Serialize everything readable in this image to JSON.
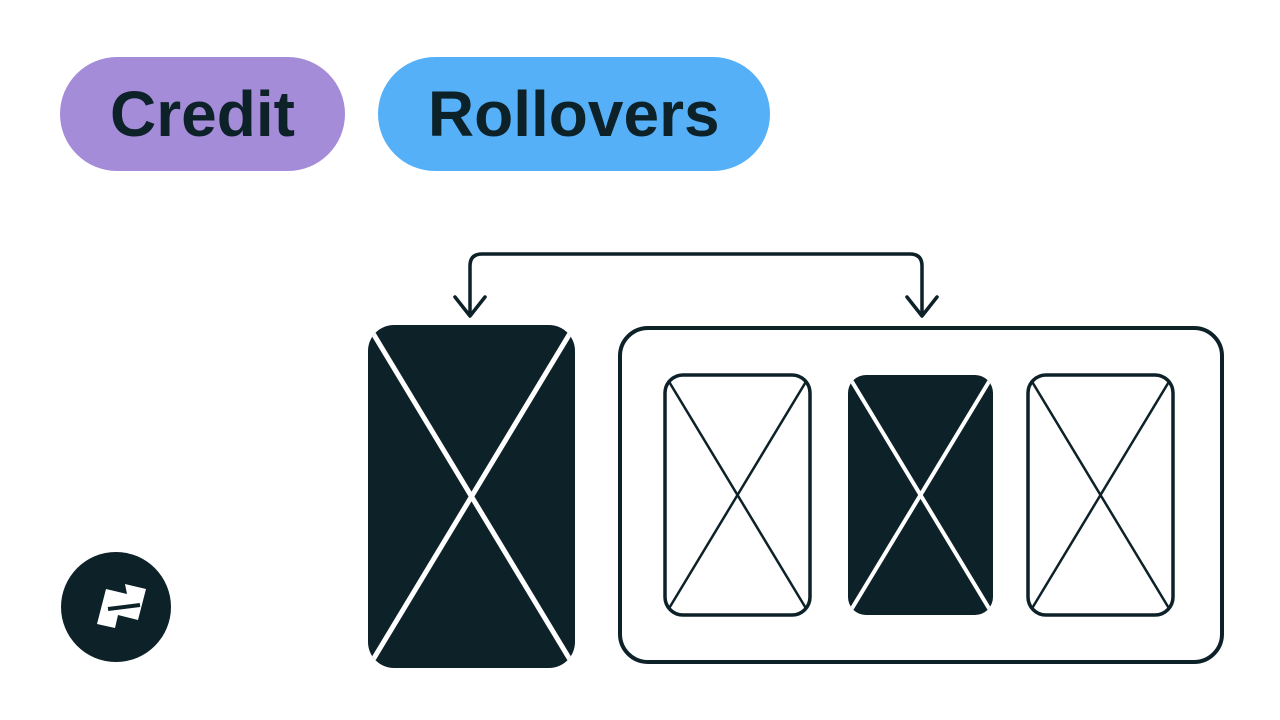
{
  "title_badges": [
    {
      "label": "Credit"
    },
    {
      "label": "Rollovers"
    }
  ],
  "colors": {
    "badge_credit": "#a58cd9",
    "badge_rollovers": "#55b0f8",
    "ink": "#0d2129",
    "line_on_dark": "#ffffff",
    "background": "#ffffff"
  },
  "diagram": {
    "arrow_icon": "split-down-arrow-icon",
    "source_card_icon": "x-cross-card-icon",
    "slots": [
      {
        "style": "outline",
        "icon": "x-cross-card-icon"
      },
      {
        "style": "filled",
        "icon": "x-cross-card-icon"
      },
      {
        "style": "outline",
        "icon": "x-cross-card-icon"
      }
    ]
  },
  "logo": {
    "icon": "flag-logo-icon"
  }
}
